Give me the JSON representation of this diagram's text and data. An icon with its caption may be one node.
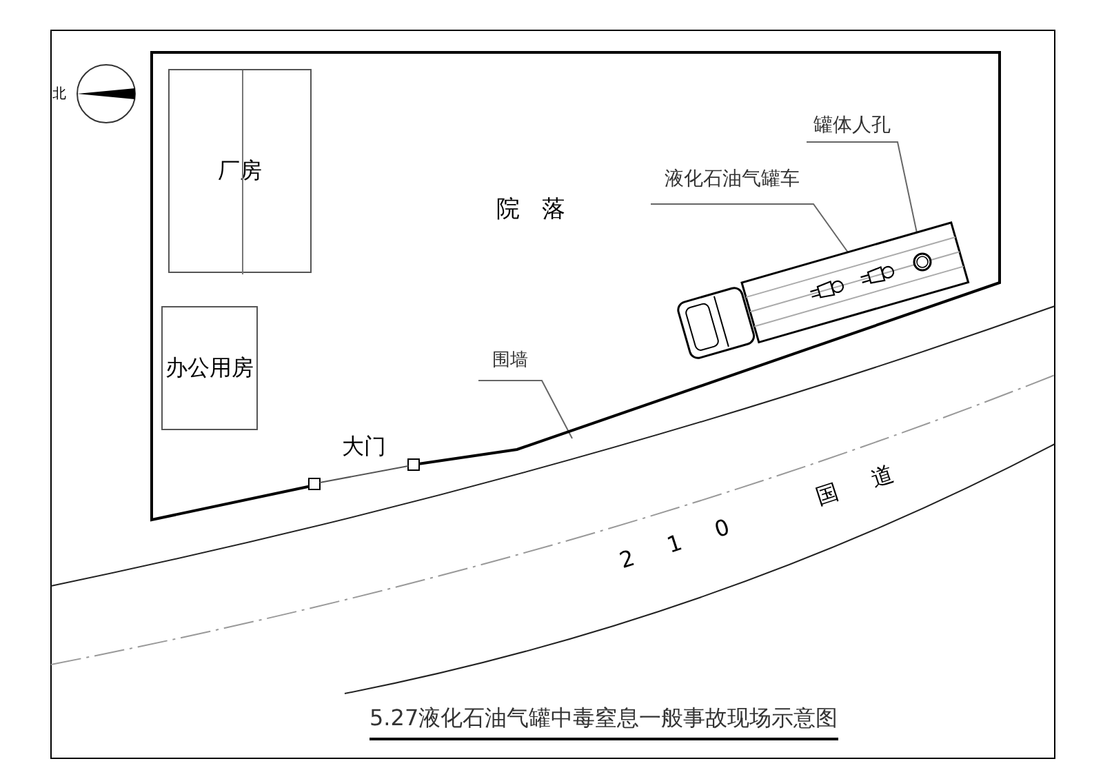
{
  "diagram": {
    "caption": "5.27液化石油气罐中毒窒息一般事故现场示意图",
    "nodes": [
      {
        "text": [
          "院落"
        ]
      },
      {
        "text": [
          "厂房"
        ],
        "in": 0
      },
      {
        "text": [
          "办公用房"
        ],
        "in": 0
      },
      {
        "text": [
          "大门"
        ],
        "in": 0
      },
      {
        "text": [],
        "shape": "picture",
        "in": 0
      },
      {
        "text": [],
        "shape": "circle",
        "in": 4
      },
      {
        "text": [
          "液化石油气罐车"
        ],
        "in": 0
      },
      {
        "text": [
          "罐体人孔"
        ],
        "in": 0
      },
      {
        "text": [
          "围墙"
        ],
        "in": 0
      }
    ],
    "edges": [
      {
        "from": 6,
        "to": 4,
        "arrow": "none"
      },
      {
        "from": 7,
        "to": 5,
        "arrow": "none"
      },
      {
        "from": 8,
        "to": 0,
        "arrow": "none"
      }
    ],
    "labels": [
      "北",
      "210 国道"
    ]
  }
}
